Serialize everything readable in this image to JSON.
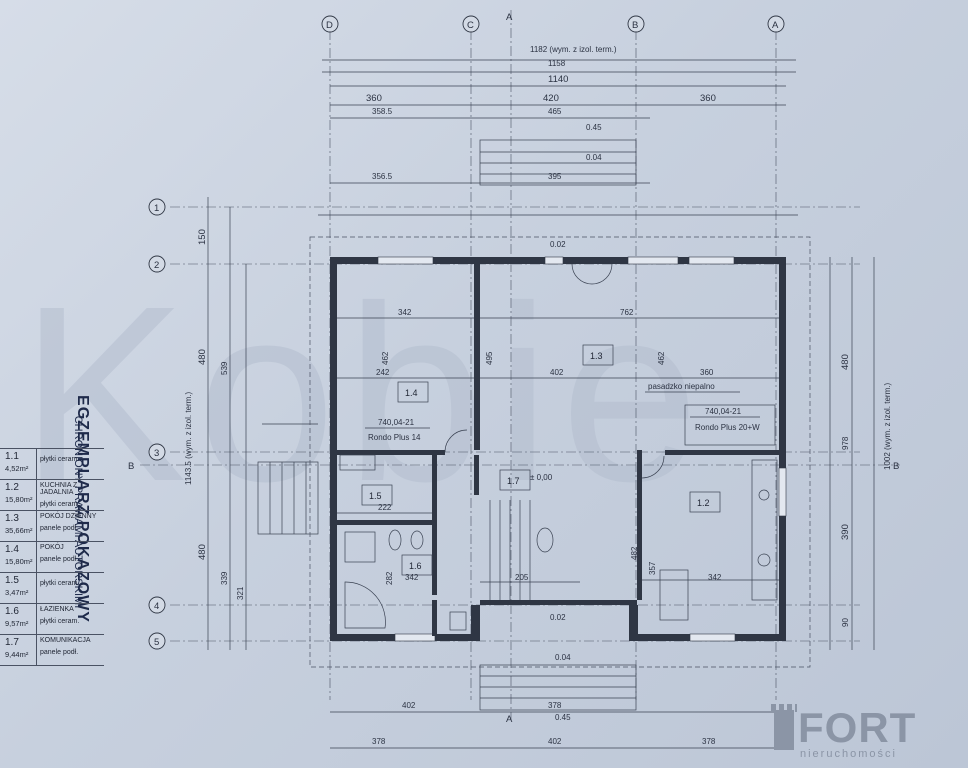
{
  "watermark_text": "Kobie",
  "stamp": {
    "title": "EGZEMPLARZ POKAZOWY",
    "subtitle": "CHRONIONY PRAWAMI AUTORSKIMI"
  },
  "axes_top": [
    "D",
    "C",
    "B",
    "A"
  ],
  "axes_left": [
    "1",
    "2",
    "3",
    "4",
    "5"
  ],
  "section_marks": {
    "a": "A",
    "b": "B"
  },
  "top_dims": [
    "1182 (wym. z izol. term.)",
    "1158",
    "1140",
    "360",
    "420",
    "360",
    "358.5",
    "465",
    "356.5",
    "395"
  ],
  "bottom_dims": [
    "402",
    "378",
    "378",
    "402",
    "378"
  ],
  "left_dims": [
    "150",
    "480",
    "539",
    "480",
    "339",
    "321",
    "1143.5 (wym. z izol. term.)"
  ],
  "right_dims": [
    "480",
    "978",
    "390",
    "90",
    "1002 (wym. z izol. term.)"
  ],
  "rooms": [
    {
      "id": "1.4",
      "dims": [
        "342",
        "462",
        "242"
      ]
    },
    {
      "id": "1.3",
      "dims": [
        "762",
        "402",
        "360",
        "462",
        "495"
      ]
    },
    {
      "id": "1.5",
      "dims": [
        "222"
      ]
    },
    {
      "id": "1.6",
      "dims": [
        "342",
        "282"
      ]
    },
    {
      "id": "1.7",
      "dims": [
        "± 0,00",
        "205"
      ]
    },
    {
      "id": "1.2",
      "dims": [
        "342",
        "357",
        "482"
      ]
    }
  ],
  "annotations": [
    "Rondo Plus 14",
    "740,04-21",
    "Rondo Plus 20+W",
    "740,04-21",
    "pasadzko niepalno",
    "0.45",
    "0.04",
    "0.02"
  ],
  "legend": [
    {
      "num": "1.1",
      "area": "4,52m²",
      "name": "",
      "finish": "płytki ceram."
    },
    {
      "num": "1.2",
      "area": "15,80m²",
      "name": "KUCHNIA Z JADALNIA",
      "finish": "płytki ceram."
    },
    {
      "num": "1.3",
      "area": "35,66m²",
      "name": "POKÓJ DZIENNY",
      "finish": "panele podł."
    },
    {
      "num": "1.4",
      "area": "15,80m²",
      "name": "POKÓJ",
      "finish": "panele podł."
    },
    {
      "num": "1.5",
      "area": "3,47m²",
      "name": "",
      "finish": "płytki ceram."
    },
    {
      "num": "1.6",
      "area": "9,57m²",
      "name": "ŁAZIENKA",
      "finish": "płytki ceram."
    },
    {
      "num": "1.7",
      "area": "9,44m²",
      "name": "KOMUNIKACJA",
      "finish": "panele podł."
    }
  ],
  "logo": {
    "text": "FORT",
    "sub": "nieruchomości"
  }
}
